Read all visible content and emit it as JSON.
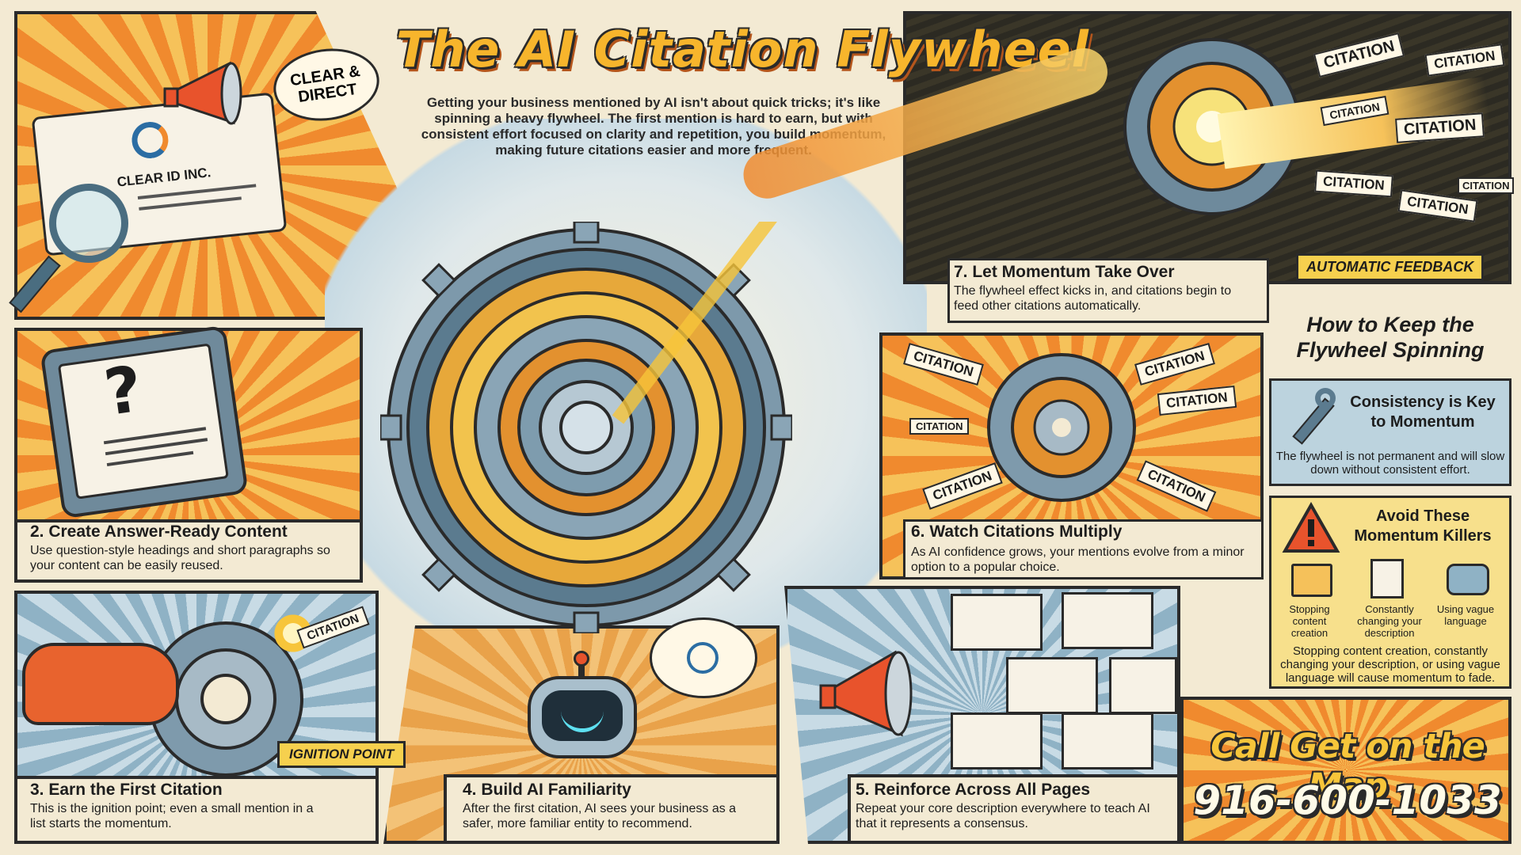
{
  "title": "The AI Citation Flywheel",
  "intro": "Getting your business mentioned by AI isn't about quick tricks; it's like spinning a heavy flywheel. The first mention is hard to earn, but with consistent effort focused on clarity and repetition, you build momentum, making future citations easier and more frequent.",
  "panel1": {
    "bubble": "CLEAR & DIRECT",
    "card_company": "CLEAR ID INC."
  },
  "steps": [
    {
      "title": "2. Create Answer-Ready Content",
      "text": "Use question-style headings and short paragraphs so your content can be easily reused."
    },
    {
      "title": "3. Earn the First Citation",
      "text": "This is the ignition point; even a small mention in a list starts the momentum.",
      "badge": "IGNITION POINT",
      "tag": "CITATION"
    },
    {
      "title": "4. Build AI Familiarity",
      "text": "After the first citation, AI sees your business as a safer, more familiar entity to recommend."
    },
    {
      "title": "5. Reinforce Across All Pages",
      "text": "Repeat your core description everywhere to teach AI that it represents a consensus."
    },
    {
      "title": "6. Watch Citations Multiply",
      "text": "As AI confidence grows, your mentions evolve from a minor option to a popular choice.",
      "tags": [
        "CITATION",
        "CITATION",
        "CITATION",
        "CITATION",
        "CITATION",
        "CITATION"
      ]
    },
    {
      "title": "7. Let Momentum Take Over",
      "text": "The flywheel effect kicks in, and citations begin to feed other citations automatically.",
      "badge": "AUTOMATIC FEEDBACK",
      "tags": [
        "CITATION",
        "CITATION",
        "CITATION",
        "CITATION",
        "CITATION",
        "CITATION",
        "CITATION"
      ]
    }
  ],
  "sidebar": {
    "title": "How to Keep the Flywheel Spinning",
    "consistency": {
      "title": "Consistency is Key to Momentum",
      "text": "The flywheel is not permanent and will slow down without consistent effort."
    },
    "killers": {
      "title": "Avoid These Momentum Killers",
      "items": [
        "Stopping content creation",
        "Constantly changing your description",
        "Using vague language"
      ],
      "text": "Stopping content creation, constantly changing your description, or using vague language will cause momentum to fade."
    }
  },
  "cta": {
    "line1": "Call Get on the Map",
    "line2": "916-600-1033"
  },
  "colors": {
    "orange": "#f08a2e",
    "yellow": "#f6d04e",
    "blue": "#8fb2c5",
    "ink": "#2a2a2a",
    "cream": "#f3ead3"
  }
}
